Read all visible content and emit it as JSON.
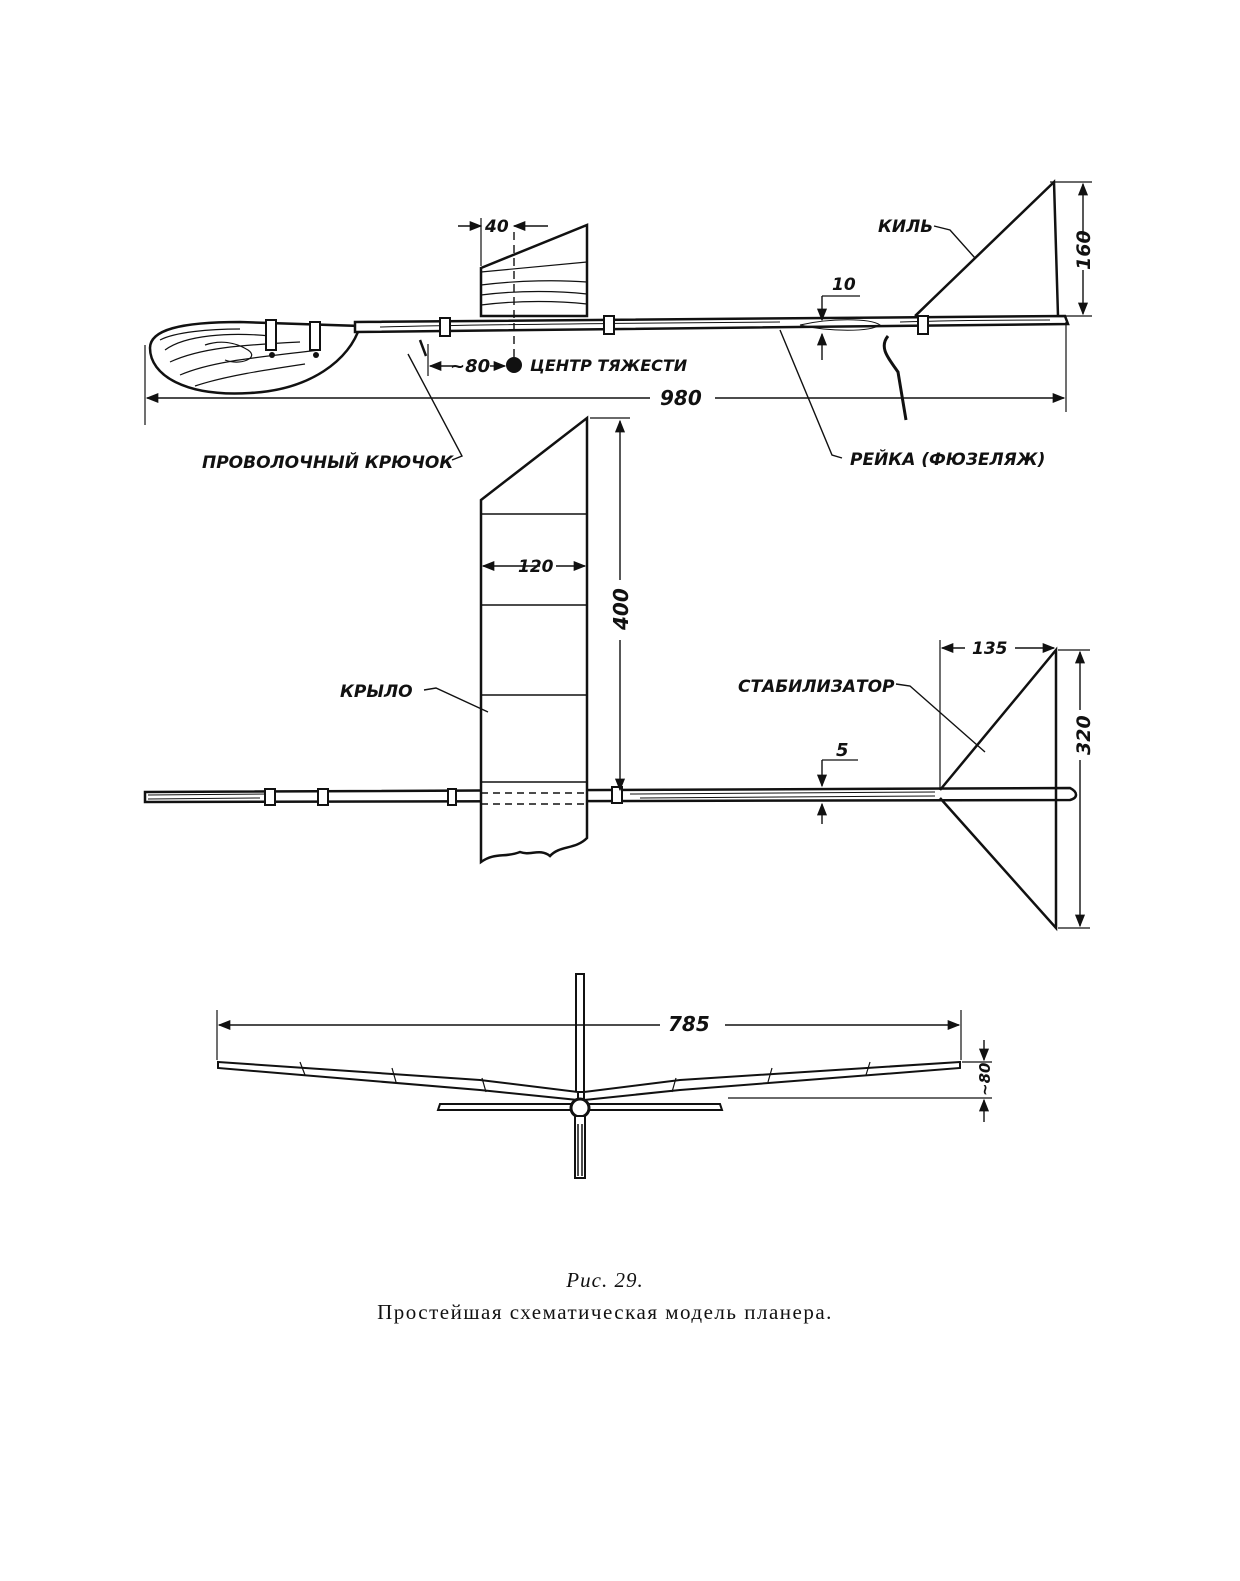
{
  "labels": {
    "keel": "КИЛЬ",
    "center_of_gravity": "ЦЕНТР ТЯЖЕСТИ",
    "wire_hook": "ПРОВОЛОЧНЫЙ КРЮЧОК",
    "fuselage": "РЕЙКА (ФЮЗЕЛЯЖ)",
    "wing": "КРЫЛО",
    "stabilizer": "СТАБИЛИЗАТОР"
  },
  "dimensions": {
    "wing_offset": "40",
    "keel_height": "160",
    "fuselage_thickness_side": "10",
    "cg_offset": "~80",
    "total_length": "980",
    "wing_chord": "120",
    "wing_half_span": "400",
    "stabilizer_chord": "135",
    "stabilizer_span": "320",
    "fuselage_thickness_top": "5",
    "wing_span_front": "785",
    "dihedral": "~80"
  },
  "caption": {
    "figure_number": "Рис. 29.",
    "title": "Простейшая схематическая модель планера."
  }
}
